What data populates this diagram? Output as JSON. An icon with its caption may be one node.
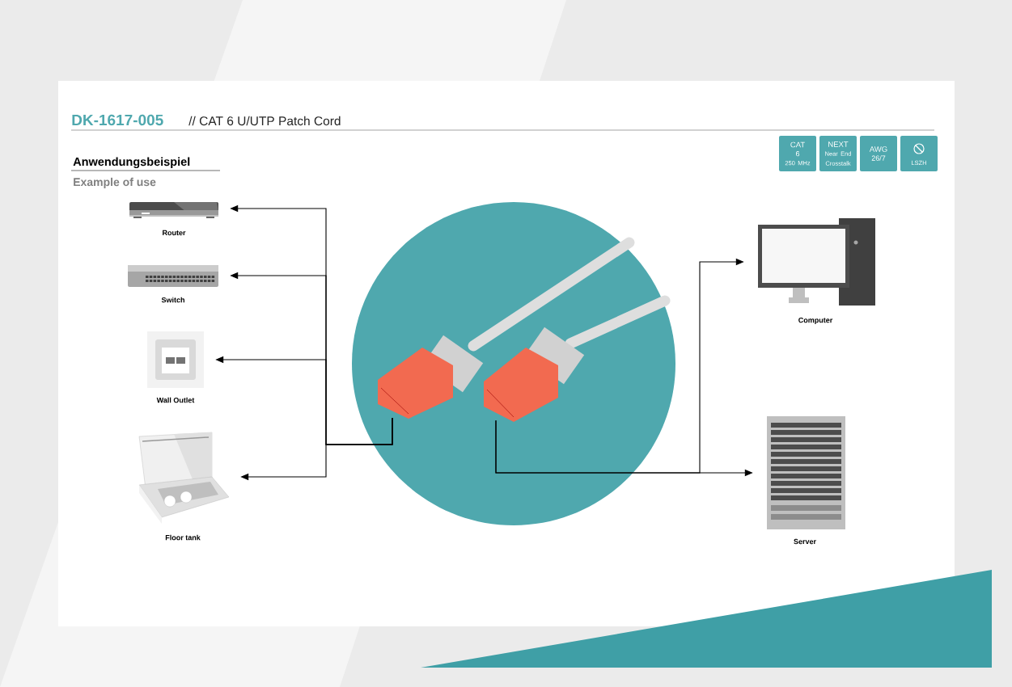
{
  "diagram": {
    "nodes": [
      {
        "text": [
          "CAT",
          "6",
          "250 MHz"
        ]
      },
      {
        "text": [
          "NEXT",
          "Near End Crosstalk"
        ]
      },
      {
        "text": [
          "AWG",
          "26/7"
        ]
      },
      {
        "text": [
          "LSZH"
        ]
      },
      {
        "text": [],
        "shape": "picture"
      },
      {
        "text": [],
        "shape": "picture"
      },
      {
        "text": [],
        "shape": "picture",
        "beside": [
          "Router"
        ]
      },
      {
        "text": [],
        "shape": "picture",
        "beside": [
          "Switch"
        ]
      },
      {
        "text": [],
        "shape": "picture",
        "beside": [
          "Wall Outlet"
        ]
      },
      {
        "text": [],
        "shape": "picture",
        "beside": [
          "Floor tank"
        ]
      },
      {
        "text": [],
        "shape": "picture",
        "beside": [
          "Computer"
        ]
      },
      {
        "text": [],
        "shape": "picture",
        "beside": [
          "Server"
        ]
      }
    ],
    "edges": [
      {
        "from": 4,
        "to": 6,
        "arrow": "to"
      },
      {
        "from": 4,
        "to": 7,
        "arrow": "to"
      },
      {
        "from": 4,
        "to": 8,
        "arrow": "to"
      },
      {
        "from": 4,
        "to": 9,
        "arrow": "to"
      },
      {
        "from": 5,
        "to": 10,
        "arrow": "to"
      },
      {
        "from": 5,
        "to": 11,
        "arrow": "to"
      }
    ],
    "labels": [
      "DK-1617-005",
      "// CAT 6 U/UTP Patch Cord",
      "Anwendungsbeispiel",
      "Example of use"
    ]
  }
}
